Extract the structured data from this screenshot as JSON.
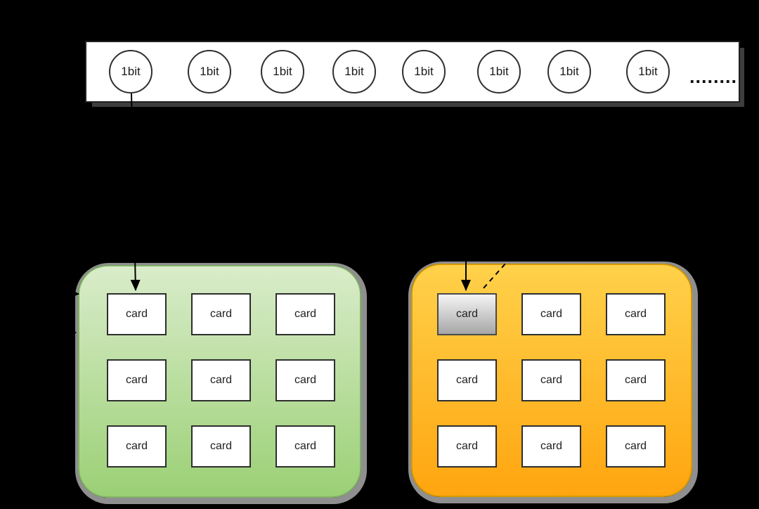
{
  "diagram": {
    "background_color": "#000000",
    "bit_bar": {
      "circles": [
        {
          "label": "1bit"
        },
        {
          "label": "1bit"
        },
        {
          "label": "1bit"
        },
        {
          "label": "1bit"
        },
        {
          "label": "1bit"
        },
        {
          "label": "1bit"
        },
        {
          "label": "1bit"
        },
        {
          "label": "1bit"
        }
      ],
      "ellipsis": "........"
    },
    "green_panel": {
      "cards": [
        "card",
        "card",
        "card",
        "card",
        "card",
        "card",
        "card",
        "card",
        "card"
      ]
    },
    "orange_panel": {
      "cards": [
        "card",
        "card",
        "card",
        "card",
        "card",
        "card",
        "card",
        "card",
        "card"
      ],
      "highlighted_card_index": 0
    },
    "colors": {
      "panel_green_top": "#d9ecca",
      "panel_green_bottom": "#9bd075",
      "panel_green_border": "#82b366",
      "panel_orange_top": "#ffd14a",
      "panel_orange_bottom": "#ffa50f",
      "panel_orange_border": "#d79b00",
      "card_fill": "#ffffff",
      "card_border": "#2e2e2e",
      "highlight_card_top": "#f5f5f5",
      "highlight_card_bottom": "#a6a6a6",
      "panel_shadow": "#8f8f8f",
      "bar_shadow": "#3e3e3e",
      "arrow_color": "#000000"
    }
  }
}
